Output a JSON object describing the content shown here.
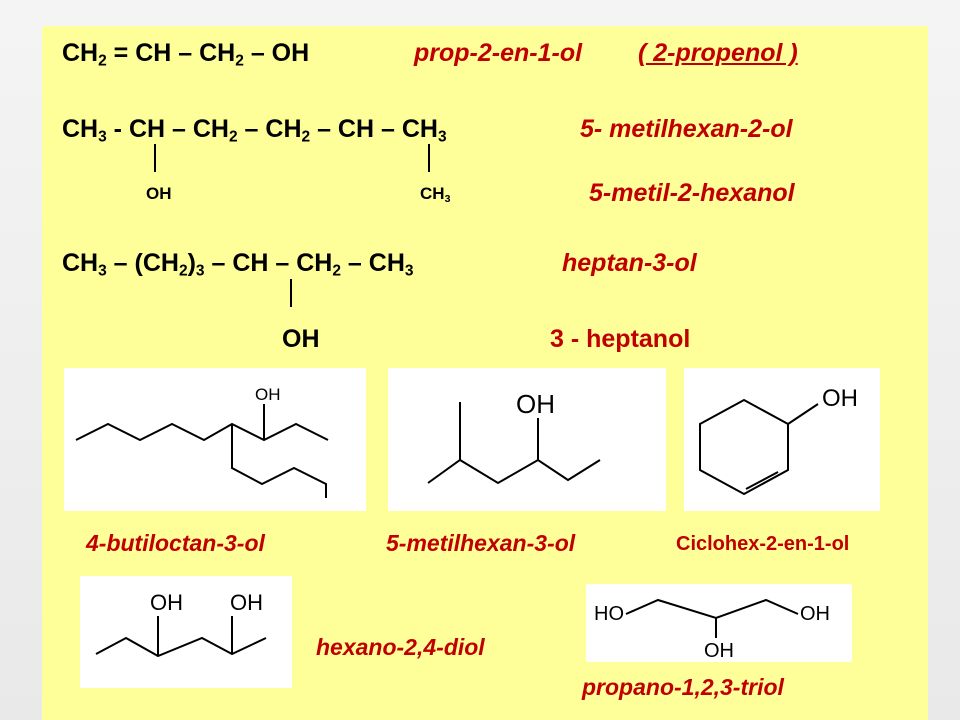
{
  "line1": {
    "formula": [
      "CH",
      "2",
      " = CH – CH",
      "2",
      " – OH"
    ],
    "name": "prop-2-en-1-ol",
    "alt_name": "( 2-propenol )"
  },
  "line2": {
    "formula": [
      "CH",
      "3",
      " - CH – CH",
      "2",
      " – CH",
      "2",
      " – CH – CH",
      "3"
    ],
    "name": "5- metilhexan-2-ol",
    "branch1": "OH",
    "branch2": [
      "CH",
      "3"
    ],
    "alt_name": "5-metil-2-hexanol"
  },
  "line3": {
    "formula": [
      "CH",
      "3",
      " – (CH",
      "2",
      ")",
      "3",
      " – CH – CH",
      "2",
      " – CH",
      "3"
    ],
    "name": "heptan-3-ol",
    "branch": "OH",
    "alt_name": "3 - heptanol"
  },
  "structures": [
    {
      "oh_label": "OH",
      "caption": "4-butiloctan-3-ol"
    },
    {
      "oh_label": "OH",
      "caption": "5-metilhexan-3-ol"
    },
    {
      "oh_label": "OH",
      "caption": "Ciclohex-2-en-1-ol"
    },
    {
      "oh_labels": [
        "OH",
        "OH"
      ],
      "caption": "hexano-2,4-diol"
    },
    {
      "oh_labels": [
        "HO",
        "OH",
        "OH"
      ],
      "caption": "propano-1,2,3-triol"
    }
  ],
  "colors": {
    "background": "#ffff99",
    "name_text": "#c00000",
    "formula_text": "#000000"
  }
}
